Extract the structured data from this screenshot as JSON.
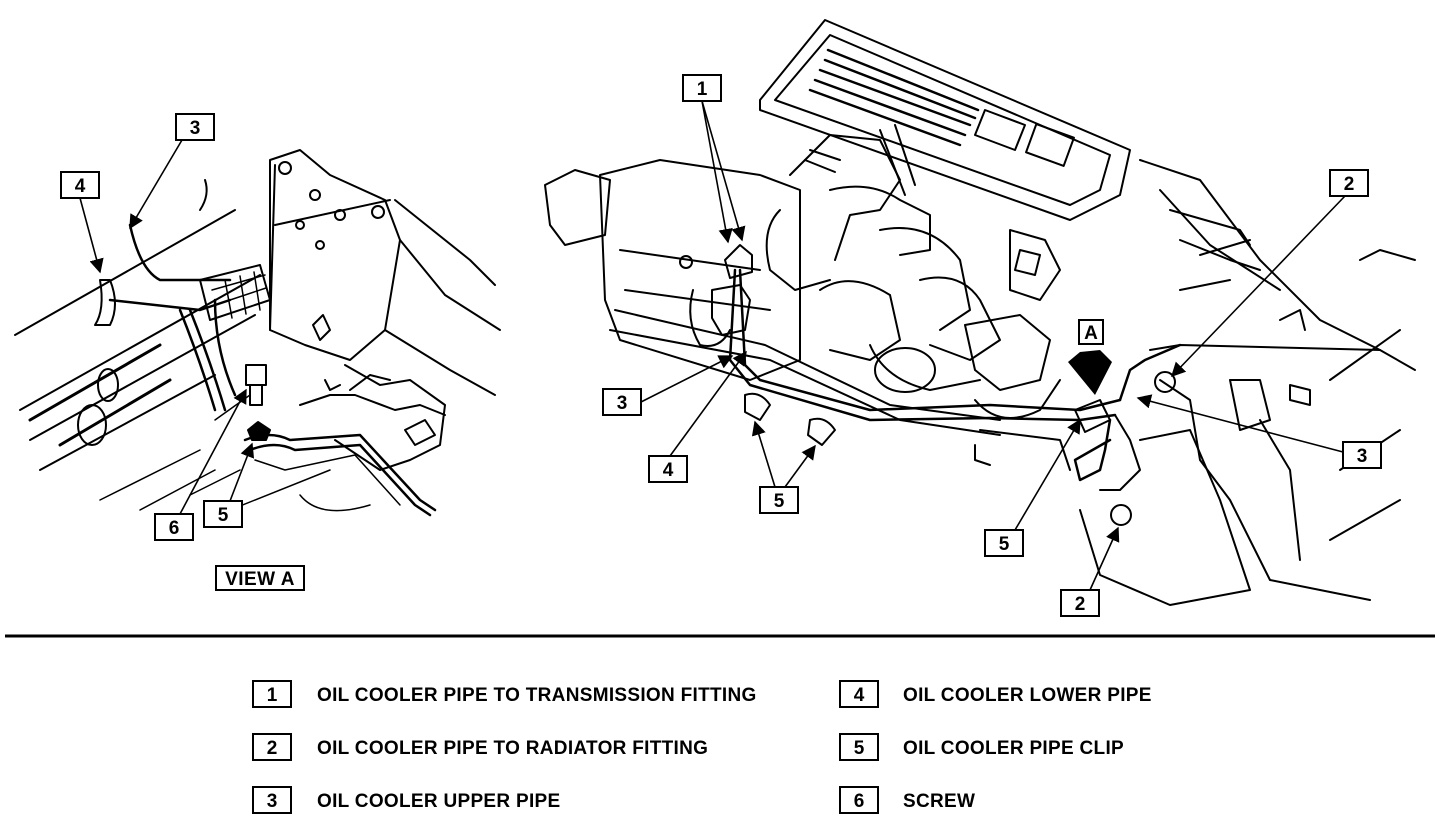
{
  "view_a": {
    "label": "VIEW A"
  },
  "view_marker": "A",
  "callouts": [
    {
      "id": "left-3",
      "num": "3"
    },
    {
      "id": "left-4",
      "num": "4"
    },
    {
      "id": "left-6",
      "num": "6"
    },
    {
      "id": "left-5",
      "num": "5"
    },
    {
      "id": "main-1",
      "num": "1"
    },
    {
      "id": "main-3",
      "num": "3"
    },
    {
      "id": "main-4",
      "num": "4"
    },
    {
      "id": "main-5",
      "num": "5"
    },
    {
      "id": "right-2-top",
      "num": "2"
    },
    {
      "id": "right-3",
      "num": "3"
    },
    {
      "id": "right-5",
      "num": "5"
    },
    {
      "id": "right-2-bottom",
      "num": "2"
    }
  ],
  "legend": [
    {
      "num": "1",
      "text": "OIL COOLER PIPE TO TRANSMISSION FITTING"
    },
    {
      "num": "2",
      "text": "OIL COOLER PIPE TO RADIATOR FITTING"
    },
    {
      "num": "3",
      "text": "OIL COOLER UPPER PIPE"
    },
    {
      "num": "4",
      "text": "OIL COOLER LOWER PIPE"
    },
    {
      "num": "5",
      "text": "OIL COOLER PIPE CLIP"
    },
    {
      "num": "6",
      "text": "SCREW"
    }
  ]
}
